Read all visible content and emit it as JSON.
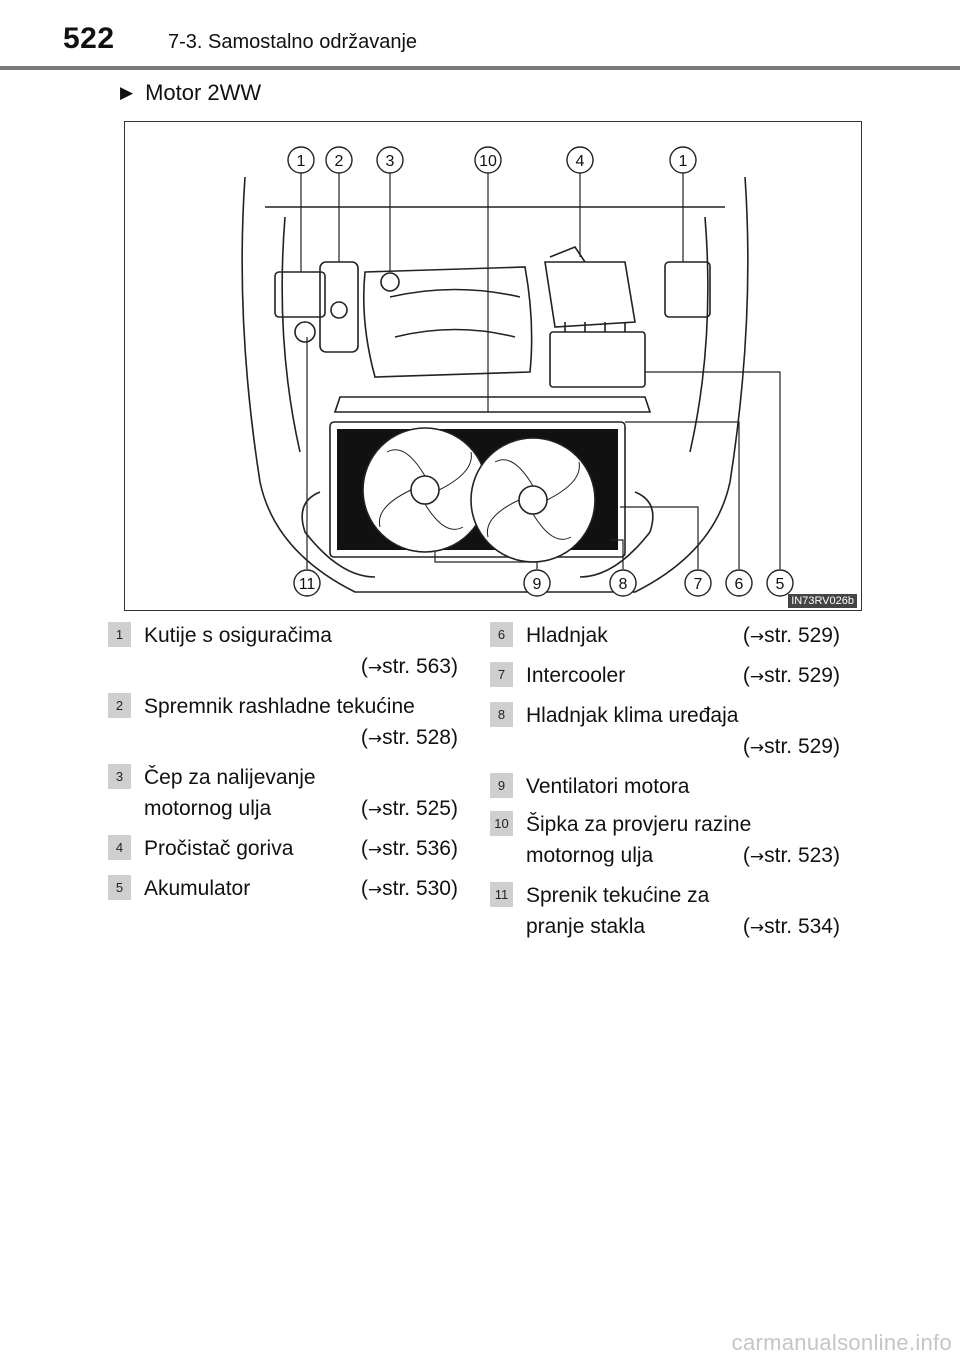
{
  "header": {
    "page_number": "522",
    "section": "7-3. Samostalno održavanje"
  },
  "subhead": {
    "marker_icon": "triangle-right-icon",
    "label": "Motor 2WW"
  },
  "figure": {
    "code": "IN73RV026b",
    "callouts_top": [
      "1",
      "2",
      "3",
      "10",
      "4",
      "1"
    ],
    "callouts_bottom": [
      "11",
      "9",
      "8",
      "7",
      "6",
      "5"
    ]
  },
  "arrow_glyph": "→",
  "items_left": [
    {
      "num": "1",
      "line1": "Kutije s osiguračima",
      "ref": "str. 563"
    },
    {
      "num": "2",
      "line1": "Spremnik rashladne tekućine",
      "ref": "str. 528"
    },
    {
      "num": "3",
      "line1": "Čep za nalijevanje",
      "line2": "motornog ulja",
      "ref": "str. 525"
    },
    {
      "num": "4",
      "line1": "Pročistač goriva",
      "ref": "str. 536"
    },
    {
      "num": "5",
      "line1": "Akumulator",
      "ref": "str. 530"
    }
  ],
  "items_right": [
    {
      "num": "6",
      "line1": "Hladnjak",
      "ref": "str. 529"
    },
    {
      "num": "7",
      "line1": "Intercooler",
      "ref": "str. 529"
    },
    {
      "num": "8",
      "line1": "Hladnjak klima uređaja",
      "ref": "str. 529"
    },
    {
      "num": "9",
      "line1": "Ventilatori motora"
    },
    {
      "num": "10",
      "line1": "Šipka za provjeru razine",
      "line2": "motornog ulja",
      "ref": "str. 523"
    },
    {
      "num": "11",
      "line1": "Sprenik tekućine za",
      "line2": "pranje stakla",
      "ref": "str. 534"
    }
  ],
  "watermark": "carmanualsonline.info"
}
